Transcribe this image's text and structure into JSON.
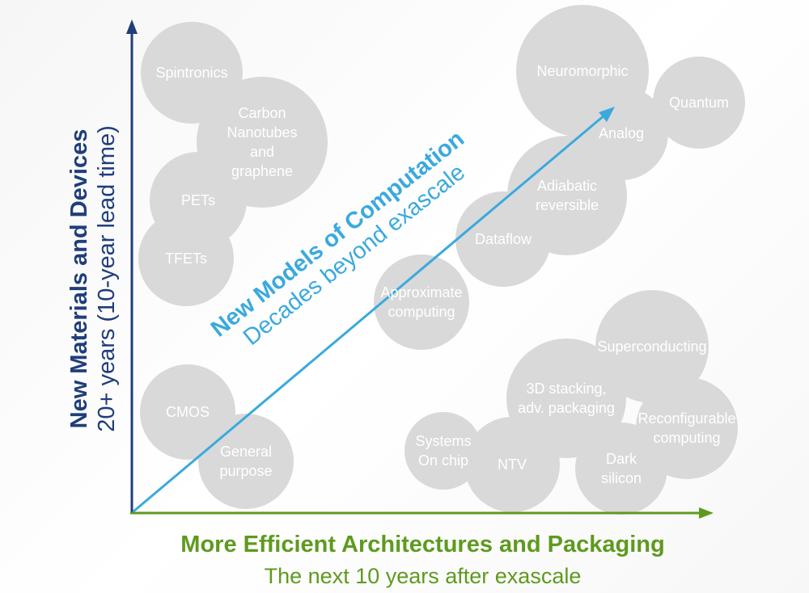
{
  "y_axis": {
    "title": "New Materials and Devices",
    "subtitle": "20+ years (10-year lead time)",
    "color": "#1f3e7a"
  },
  "x_axis": {
    "title": "More Efficient Architectures and Packaging",
    "subtitle": "The next 10 years after exascale",
    "color": "#5e9a1f"
  },
  "diagonal": {
    "title": "New Models of Computation",
    "subtitle": "Decades beyond exascale",
    "color": "#3aa9de"
  },
  "bubble_color": "#d9d9d9",
  "bubbles": [
    {
      "id": "spintronics",
      "lines": [
        "Spintronics"
      ]
    },
    {
      "id": "carbon-nanotubes",
      "lines": [
        "Carbon",
        "Nanotubes",
        "and",
        "graphene"
      ]
    },
    {
      "id": "pets",
      "lines": [
        "PETs"
      ]
    },
    {
      "id": "tfets",
      "lines": [
        "TFETs"
      ]
    },
    {
      "id": "cmos",
      "lines": [
        "CMOS"
      ]
    },
    {
      "id": "general-purpose",
      "lines": [
        "General",
        "purpose"
      ]
    },
    {
      "id": "approximate-computing",
      "lines": [
        "Approximate",
        "computing"
      ]
    },
    {
      "id": "neuromorphic",
      "lines": [
        "Neuromorphic"
      ]
    },
    {
      "id": "quantum",
      "lines": [
        "Quantum"
      ]
    },
    {
      "id": "analog",
      "lines": [
        "Analog"
      ]
    },
    {
      "id": "adiabatic-reversible",
      "lines": [
        "Adiabatic",
        "reversible"
      ]
    },
    {
      "id": "dataflow",
      "lines": [
        "Dataflow"
      ]
    },
    {
      "id": "superconducting",
      "lines": [
        "Superconducting"
      ]
    },
    {
      "id": "3d-stacking",
      "lines": [
        "3D stacking,",
        "adv. packaging"
      ]
    },
    {
      "id": "reconfigurable-computing",
      "lines": [
        "Reconfigurable",
        "computing"
      ]
    },
    {
      "id": "systems-on-chip",
      "lines": [
        "Systems",
        "On chip"
      ]
    },
    {
      "id": "ntv",
      "lines": [
        "NTV"
      ]
    },
    {
      "id": "dark-silicon",
      "lines": [
        "Dark",
        "silicon"
      ]
    }
  ]
}
